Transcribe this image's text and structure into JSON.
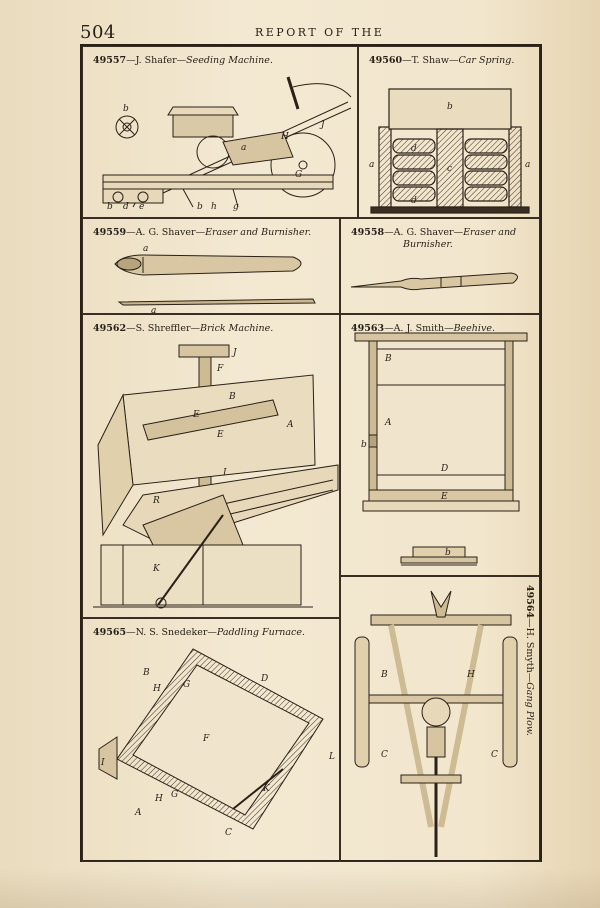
{
  "page": {
    "number": "504",
    "running_head": "REPORT OF THE"
  },
  "figures": [
    {
      "number": "49557",
      "inventor": "J. Shafer",
      "title": "Seeding Machine.",
      "labels": [
        "b",
        "J",
        "H",
        "a",
        "G",
        "b",
        "h",
        "g",
        "b",
        "d",
        "e"
      ]
    },
    {
      "number": "49560",
      "inventor": "T. Shaw",
      "title": "Car Spring.",
      "labels": [
        "b",
        "a",
        "a",
        "d",
        "c",
        "d"
      ]
    },
    {
      "number": "49559",
      "inventor": "A. G. Shaver",
      "title": "Eraser and Burnisher.",
      "labels": [
        "a",
        "a"
      ]
    },
    {
      "number": "49558",
      "inventor": "A. G. Shaver",
      "title": "Eraser and",
      "title_line2": "Burnisher."
    },
    {
      "number": "49562",
      "inventor": "S. Shreffler",
      "title": "Brick Machine.",
      "labels": [
        "J",
        "F",
        "B",
        "A",
        "E",
        "E",
        "I",
        "R",
        "K"
      ]
    },
    {
      "number": "49563",
      "inventor": "A. J. Smith",
      "title": "Beehive.",
      "labels": [
        "B",
        "A",
        "b",
        "D",
        "E",
        "b"
      ]
    },
    {
      "number": "49565",
      "inventor": "N. S. Snedeker",
      "title": "Paddling Furnace.",
      "labels": [
        "B",
        "H",
        "G",
        "D",
        "F",
        "I",
        "L",
        "K",
        "A",
        "H",
        "G",
        "C"
      ]
    },
    {
      "number": "49564",
      "inventor": "H. Smyth",
      "title": "Gang Plow.",
      "labels": [
        "B",
        "H",
        "C",
        "C"
      ]
    }
  ],
  "separator": "—"
}
